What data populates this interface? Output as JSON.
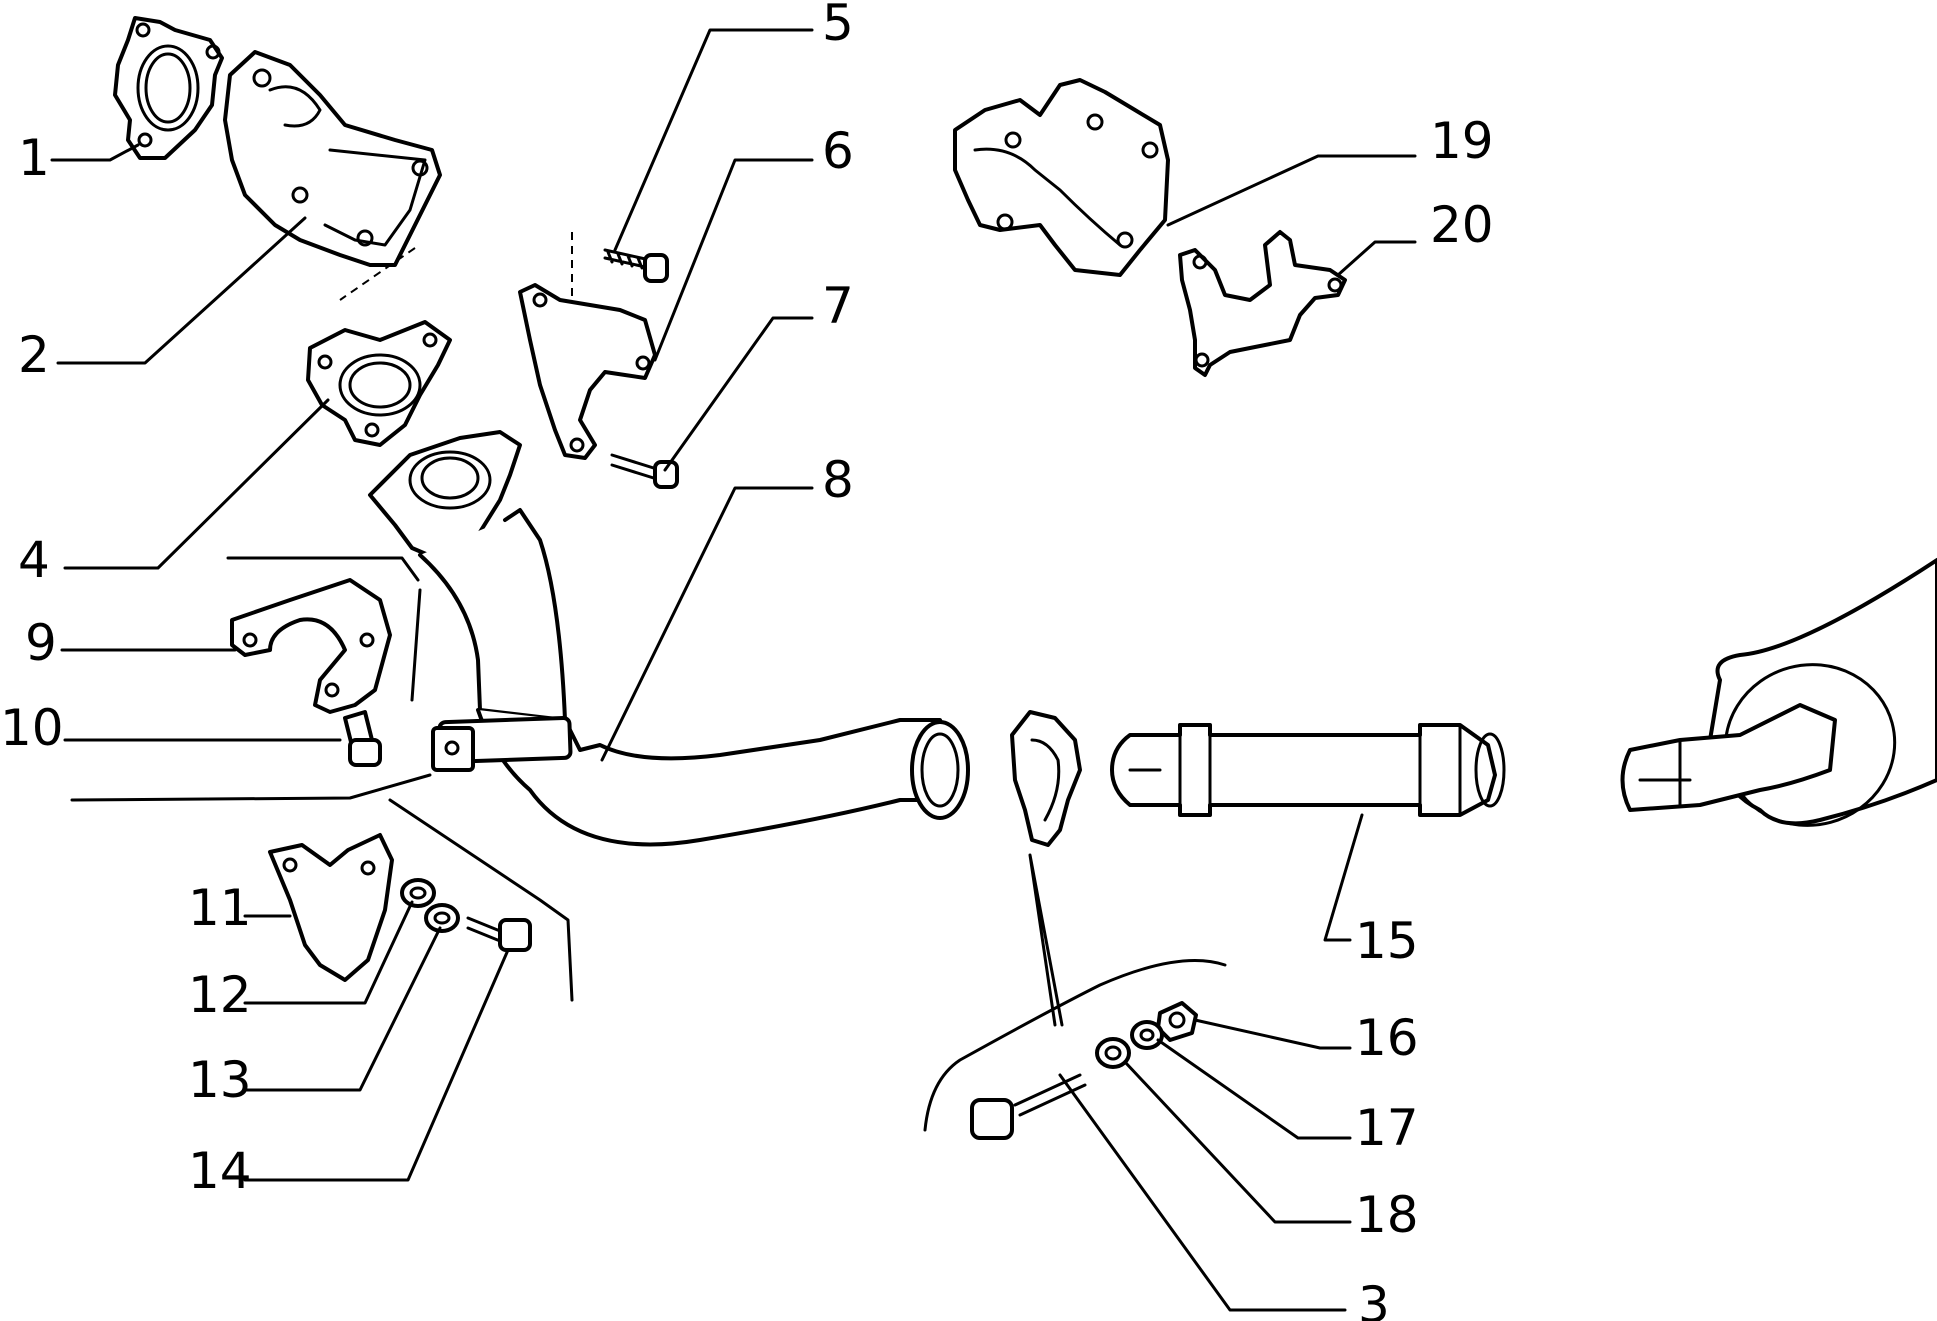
{
  "diagram": {
    "callouts": {
      "c1": "1",
      "c2": "2",
      "c3": "3",
      "c4": "4",
      "c5": "5",
      "c6": "6",
      "c7": "7",
      "c8": "8",
      "c9": "9",
      "c10": "10",
      "c11": "11",
      "c12": "12",
      "c13": "13",
      "c14": "14",
      "c15": "15",
      "c16": "16",
      "c17": "17",
      "c18": "18",
      "c19": "19",
      "c20": "20"
    },
    "colors": {
      "line": "#000000",
      "background": "#ffffff"
    }
  }
}
